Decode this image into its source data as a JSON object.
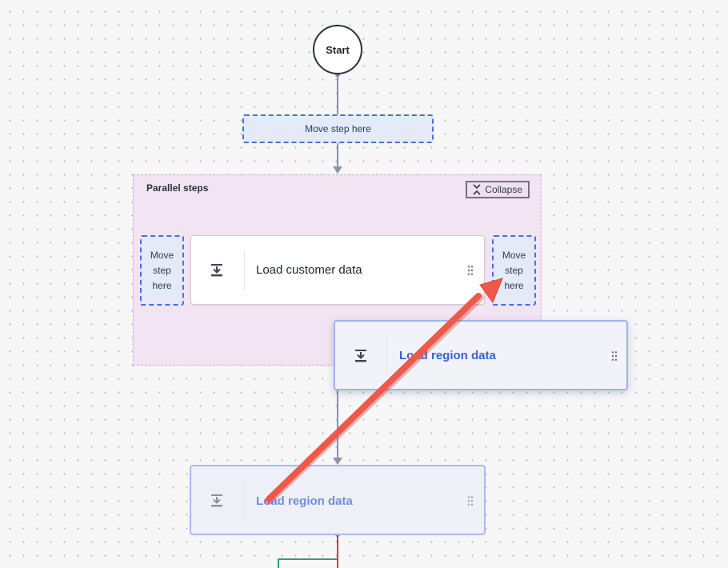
{
  "flow": {
    "start_label": "Start",
    "drop_zone_top": "Move step here",
    "drop_zone_left": [
      "Move",
      "step",
      "here"
    ],
    "drop_zone_right": [
      "Move",
      "step",
      "here"
    ]
  },
  "parallel_group": {
    "title": "Parallel steps",
    "collapse_label": "Collapse"
  },
  "steps": {
    "customer": "Load customer data",
    "dragging": "Load region data",
    "placeholder": "Load region data"
  },
  "colors": {
    "drop_zone_border": "#4a6fe0",
    "group_background": "#f2e4f3",
    "annotation_arrow": "#f0584a",
    "connector_red": "#e0393a",
    "connector_green": "#2fa36b"
  }
}
